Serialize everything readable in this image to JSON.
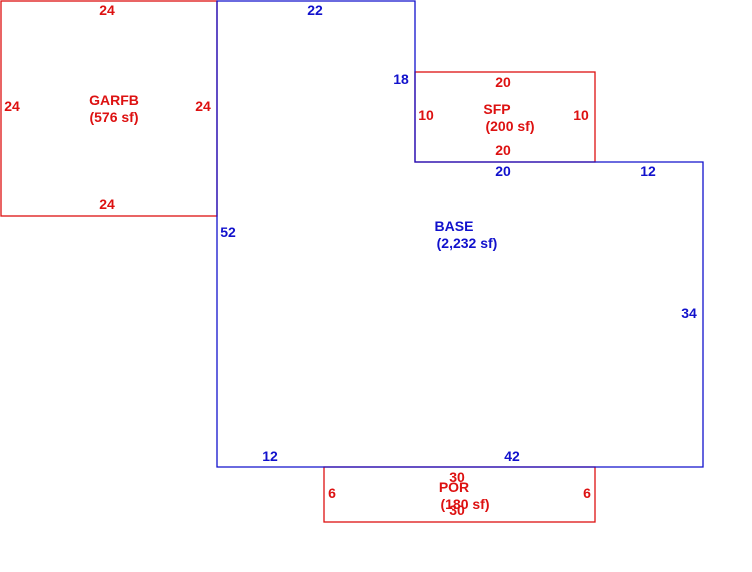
{
  "colors": {
    "red": "#dd1111",
    "blue": "#1111cc"
  },
  "areas": {
    "garfb": {
      "name": "GARFB",
      "area": "(576 sf)",
      "dims": {
        "top": "24",
        "bottom": "24",
        "left": "24",
        "right": "24"
      }
    },
    "base": {
      "name": "BASE",
      "area": "(2,232 sf)",
      "dims": {
        "top": "22",
        "notch_side": "18",
        "notch_bottom": "20",
        "notch_right": "12",
        "right": "34",
        "bottom_right": "42",
        "bottom_left": "12",
        "left": "52"
      }
    },
    "sfp": {
      "name": "SFP",
      "area": "(200 sf)",
      "dims": {
        "top": "20",
        "bottom": "20",
        "left": "10",
        "right": "10"
      }
    },
    "por": {
      "name": "POR",
      "area": "(180 sf)",
      "dims": {
        "top": "30",
        "bottom": "30",
        "left": "6",
        "right": "6"
      }
    }
  }
}
